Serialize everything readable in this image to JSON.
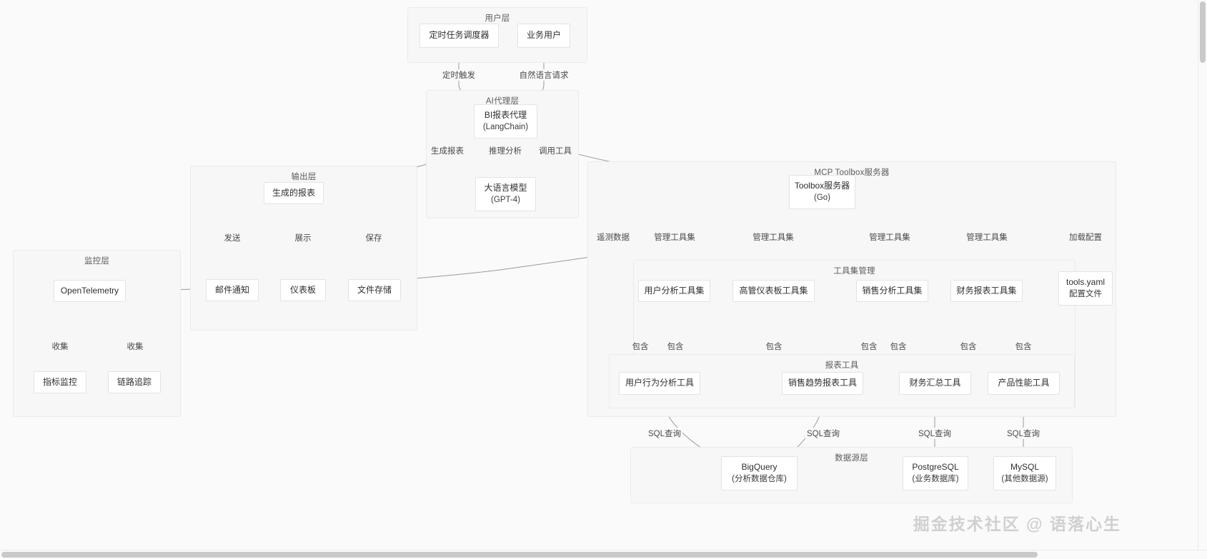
{
  "diagram": {
    "type": "architecture-flowchart",
    "watermark": "掘金技术社区 @ 语落心生",
    "clusters": [
      {
        "id": "user-layer",
        "title": "用户层"
      },
      {
        "id": "agent-layer",
        "title": "AI代理层"
      },
      {
        "id": "output-layer",
        "title": "输出层"
      },
      {
        "id": "monitor-layer",
        "title": "监控层"
      },
      {
        "id": "mcp-layer",
        "title": "MCP Toolbox服务器"
      },
      {
        "id": "toolset-mgmt",
        "title": "工具集管理"
      },
      {
        "id": "report-tools",
        "title": "报表工具"
      },
      {
        "id": "datasource",
        "title": "数据源层"
      }
    ],
    "nodes": [
      {
        "id": "scheduler",
        "label": "定时任务调度器",
        "sub": ""
      },
      {
        "id": "biz-user",
        "label": "业务用户",
        "sub": ""
      },
      {
        "id": "bi-agent",
        "label": "BI报表代理",
        "sub": "(LangChain)"
      },
      {
        "id": "llm",
        "label": "大语言模型",
        "sub": "(GPT-4)"
      },
      {
        "id": "report",
        "label": "生成的报表",
        "sub": ""
      },
      {
        "id": "email",
        "label": "邮件通知",
        "sub": ""
      },
      {
        "id": "dashboard",
        "label": "仪表板",
        "sub": ""
      },
      {
        "id": "filestore",
        "label": "文件存储",
        "sub": ""
      },
      {
        "id": "otel",
        "label": "OpenTelemetry",
        "sub": ""
      },
      {
        "id": "metrics",
        "label": "指标监控",
        "sub": ""
      },
      {
        "id": "tracing",
        "label": "链路追踪",
        "sub": ""
      },
      {
        "id": "toolbox",
        "label": "Toolbox服务器",
        "sub": "(Go)"
      },
      {
        "id": "ts-user",
        "label": "用户分析工具集",
        "sub": ""
      },
      {
        "id": "ts-exec",
        "label": "高管仪表板工具集",
        "sub": ""
      },
      {
        "id": "ts-sales",
        "label": "销售分析工具集",
        "sub": ""
      },
      {
        "id": "ts-finance",
        "label": "财务报表工具集",
        "sub": ""
      },
      {
        "id": "yaml",
        "label": "tools.yaml",
        "sub": "配置文件"
      },
      {
        "id": "t-behavior",
        "label": "用户行为分析工具",
        "sub": ""
      },
      {
        "id": "t-trend",
        "label": "销售趋势报表工具",
        "sub": ""
      },
      {
        "id": "t-fin",
        "label": "财务汇总工具",
        "sub": ""
      },
      {
        "id": "t-product",
        "label": "产品性能工具",
        "sub": ""
      },
      {
        "id": "bigquery",
        "label": "BigQuery",
        "sub": "(分析数据仓库)"
      },
      {
        "id": "postgres",
        "label": "PostgreSQL",
        "sub": "(业务数据库)"
      },
      {
        "id": "mysql",
        "label": "MySQL",
        "sub": "(其他数据源)"
      }
    ],
    "edge_labels": [
      {
        "id": "el-timer",
        "text": "定时触发"
      },
      {
        "id": "el-nl",
        "text": "自然语言请求"
      },
      {
        "id": "el-gen",
        "text": "生成报表"
      },
      {
        "id": "el-reason",
        "text": "推理分析"
      },
      {
        "id": "el-calltool",
        "text": "调用工具"
      },
      {
        "id": "el-send",
        "text": "发送"
      },
      {
        "id": "el-show",
        "text": "展示"
      },
      {
        "id": "el-save",
        "text": "保存"
      },
      {
        "id": "el-collect-1",
        "text": "收集"
      },
      {
        "id": "el-collect-2",
        "text": "收集"
      },
      {
        "id": "el-telemetry",
        "text": "遥测数据"
      },
      {
        "id": "el-mgmt-1",
        "text": "管理工具集"
      },
      {
        "id": "el-mgmt-2",
        "text": "管理工具集"
      },
      {
        "id": "el-mgmt-3",
        "text": "管理工具集"
      },
      {
        "id": "el-mgmt-4",
        "text": "管理工具集"
      },
      {
        "id": "el-loadcfg",
        "text": "加载配置"
      },
      {
        "id": "el-contain-1",
        "text": "包含"
      },
      {
        "id": "el-contain-2",
        "text": "包含"
      },
      {
        "id": "el-contain-3",
        "text": "包含"
      },
      {
        "id": "el-contain-4",
        "text": "包含"
      },
      {
        "id": "el-contain-5",
        "text": "包含"
      },
      {
        "id": "el-contain-6",
        "text": "包含"
      },
      {
        "id": "el-contain-7",
        "text": "包含"
      },
      {
        "id": "el-sql-1",
        "text": "SQL查询"
      },
      {
        "id": "el-sql-2",
        "text": "SQL查询"
      },
      {
        "id": "el-sql-3",
        "text": "SQL查询"
      },
      {
        "id": "el-sql-4",
        "text": "SQL查询"
      }
    ],
    "colors": {
      "page_background": "#fafafa",
      "cluster_background": "#f7f7f7",
      "cluster_border": "#ebebeb",
      "node_background": "#ffffff",
      "node_border": "#e3e3e3",
      "edge_stroke": "#9a9a9a",
      "text": "#2f2f2f",
      "watermark": "#d0d0d0"
    }
  }
}
